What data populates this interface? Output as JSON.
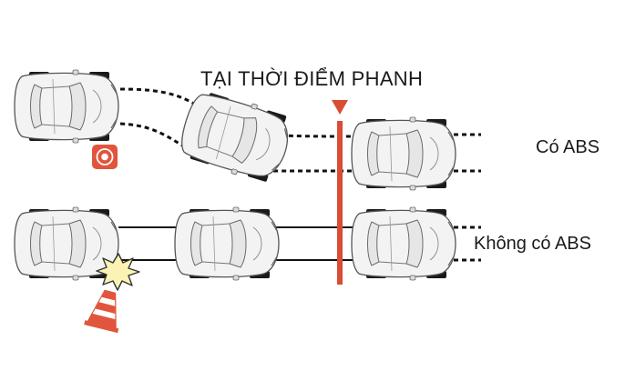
{
  "title": "TẠI THỜI ĐIỂM PHANH",
  "rows": [
    {
      "label": "Có ABS"
    },
    {
      "label": "Không có ABS"
    }
  ],
  "colors": {
    "brake_line": "#d94c35",
    "car_body": "#f3f3f3",
    "car_outline": "#555555",
    "tire": "#1a1a1a",
    "path_line": "#111111",
    "warning_icon": "#e2553d",
    "cone_stripe": "#e2553d",
    "impact_star": "#fbf3b4"
  },
  "icons": [
    "warning-icon",
    "traffic-cone-icon",
    "impact-star-icon",
    "brake-marker-triangle"
  ]
}
